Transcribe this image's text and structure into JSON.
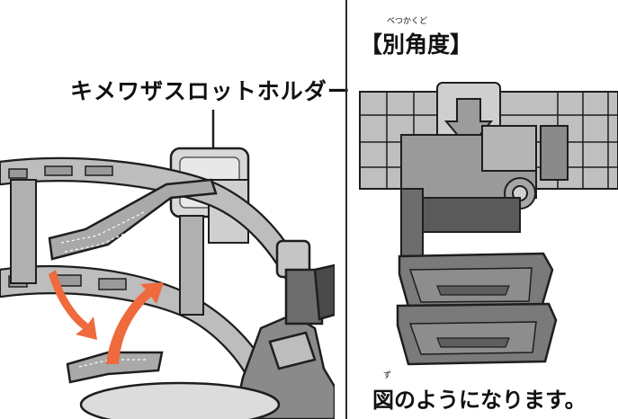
{
  "left": {
    "callout_label": "キメワザスロットホルダー"
  },
  "right": {
    "heading": "【別角度】",
    "heading_ruby": "べつかくど",
    "caption": "図のようになります。",
    "caption_ruby": "ず"
  },
  "colors": {
    "arrow": "#ef6a3c",
    "outline": "#1e1e1e",
    "grey_dark": "#5a5a5a",
    "grey_light": "#cfcfcf"
  }
}
